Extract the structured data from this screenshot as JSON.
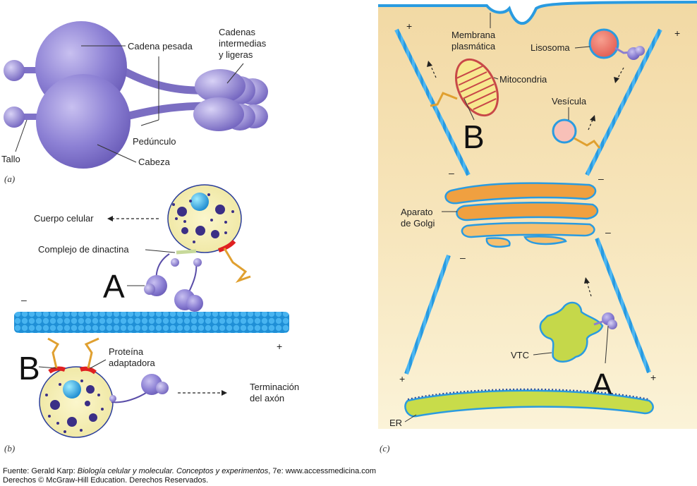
{
  "panel_a": {
    "tag": "(a)",
    "labels": {
      "heavy_chain": "Cadena pesada",
      "intermediate_1": "Cadenas",
      "intermediate_2": "intermedias",
      "intermediate_3": "y ligeras",
      "stalk": "Tallo",
      "stem": "Pedúnculo",
      "head": "Cabeza"
    }
  },
  "panel_b": {
    "tag": "(b)",
    "labels": {
      "cell_body": "Cuerpo celular",
      "dynactin": "Complejo de dinactina",
      "adaptor_1": "Proteína",
      "adaptor_2": "adaptadora",
      "axon_1": "Terminación",
      "axon_2": "del axón",
      "letter_a": "A",
      "letter_b": "B",
      "minus": "–",
      "plus": "+"
    }
  },
  "panel_c": {
    "tag": "(c)",
    "labels": {
      "membrane_1": "Membrana",
      "membrane_2": "plasmática",
      "lysosome": "Lisosoma",
      "mitochondria": "Mitocondria",
      "vesicle": "Vesícula",
      "golgi_1": "Aparato",
      "golgi_2": "de Golgi",
      "vtc": "VTC",
      "er": "ER",
      "letter_a": "A",
      "letter_b": "B",
      "plus": "+",
      "minus": "–"
    }
  },
  "credit": {
    "prefix": "Fuente: Gerald Karp: ",
    "book": "Biología celular y molecular. Conceptos y experimentos",
    "suffix": ", 7e: www.accessmedicina.com",
    "rights": "Derechos © McGraw-Hill Education. Derechos Reservados."
  },
  "colors": {
    "dynein": "#8878cc",
    "microtubule": "#2a9be0",
    "cytoplasm": "#f6e2b2",
    "golgi": "#f0a040",
    "er": "#c2d850",
    "lysosome": "#e86060",
    "adaptor_red": "#e02020",
    "linker_orange": "#e0a030"
  }
}
